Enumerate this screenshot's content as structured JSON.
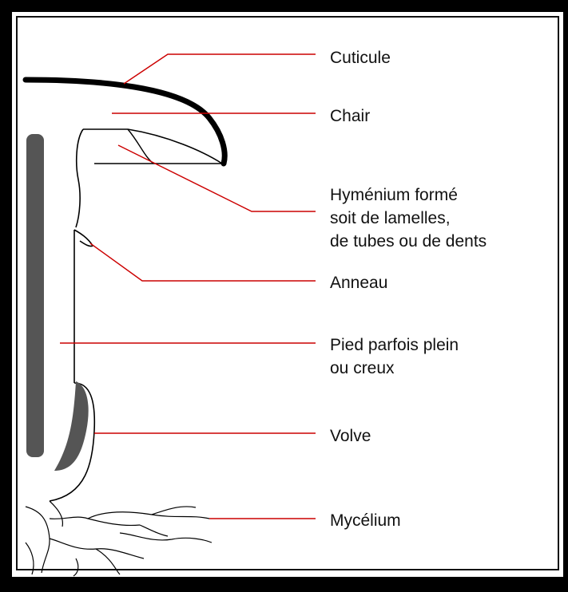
{
  "labels": {
    "cuticule": "Cuticule",
    "chair": "Chair",
    "hymenium": "Hyménium formé\nsoit de lamelles,\nde tubes ou de dents",
    "anneau": "Anneau",
    "pied": "Pied parfois plein\nou creux",
    "volve": "Volve",
    "mycelium": "Mycélium"
  },
  "colors": {
    "leader_line": "#cc0000",
    "outline": "#000000",
    "volve_fill": "#555555",
    "background": "#ffffff"
  }
}
